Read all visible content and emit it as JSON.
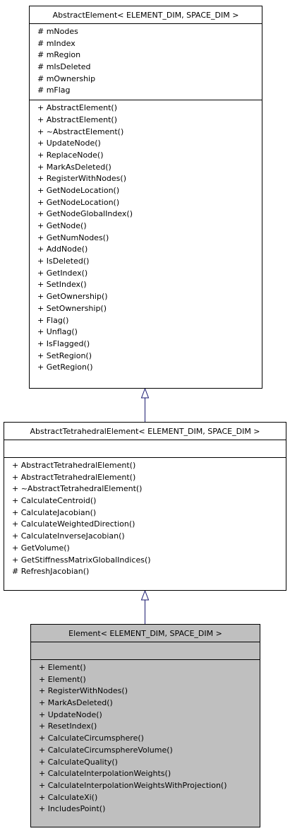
{
  "classes": [
    {
      "name": "AbstractElement< ELEMENT_DIM, SPACE_DIM >",
      "attributes": [
        "# mNodes",
        "# mIndex",
        "# mRegion",
        "# mIsDeleted",
        "# mOwnership",
        "# mFlag"
      ],
      "methods": [
        "+ AbstractElement()",
        "+ AbstractElement()",
        "+ ~AbstractElement()",
        "+ UpdateNode()",
        "+ ReplaceNode()",
        "+ MarkAsDeleted()",
        "+ RegisterWithNodes()",
        "+ GetNodeLocation()",
        "+ GetNodeLocation()",
        "+ GetNodeGlobalIndex()",
        "+ GetNode()",
        "+ GetNumNodes()",
        "+ AddNode()",
        "+ IsDeleted()",
        "+ GetIndex()",
        "+ SetIndex()",
        "+ GetOwnership()",
        "+ SetOwnership()",
        "+ Flag()",
        "+ Unflag()",
        "+ IsFlagged()",
        "+ SetRegion()",
        "+ GetRegion()"
      ]
    },
    {
      "name": "AbstractTetrahedralElement< ELEMENT_DIM, SPACE_DIM >",
      "attributes": [],
      "methods": [
        "+ AbstractTetrahedralElement()",
        "+ AbstractTetrahedralElement()",
        "+ ~AbstractTetrahedralElement()",
        "+ CalculateCentroid()",
        "+ CalculateJacobian()",
        "+ CalculateWeightedDirection()",
        "+ CalculateInverseJacobian()",
        "+ GetVolume()",
        "+ GetStiffnessMatrixGlobalIndices()",
        "# RefreshJacobian()"
      ]
    },
    {
      "name": "Element< ELEMENT_DIM, SPACE_DIM >",
      "attributes": [],
      "methods": [
        "+ Element()",
        "+ Element()",
        "+ RegisterWithNodes()",
        "+ MarkAsDeleted()",
        "+ UpdateNode()",
        "+ ResetIndex()",
        "+ CalculateCircumsphere()",
        "+ CalculateCircumsphereVolume()",
        "+ CalculateQuality()",
        "+ CalculateInterpolationWeights()",
        "+ CalculateInterpolationWeightsWithProjection()",
        "+ CalculateXi()",
        "+ IncludesPoint()"
      ]
    }
  ],
  "colors": {
    "edge": "#191970",
    "border": "#000000",
    "current_fill": "#bfbfbf"
  }
}
